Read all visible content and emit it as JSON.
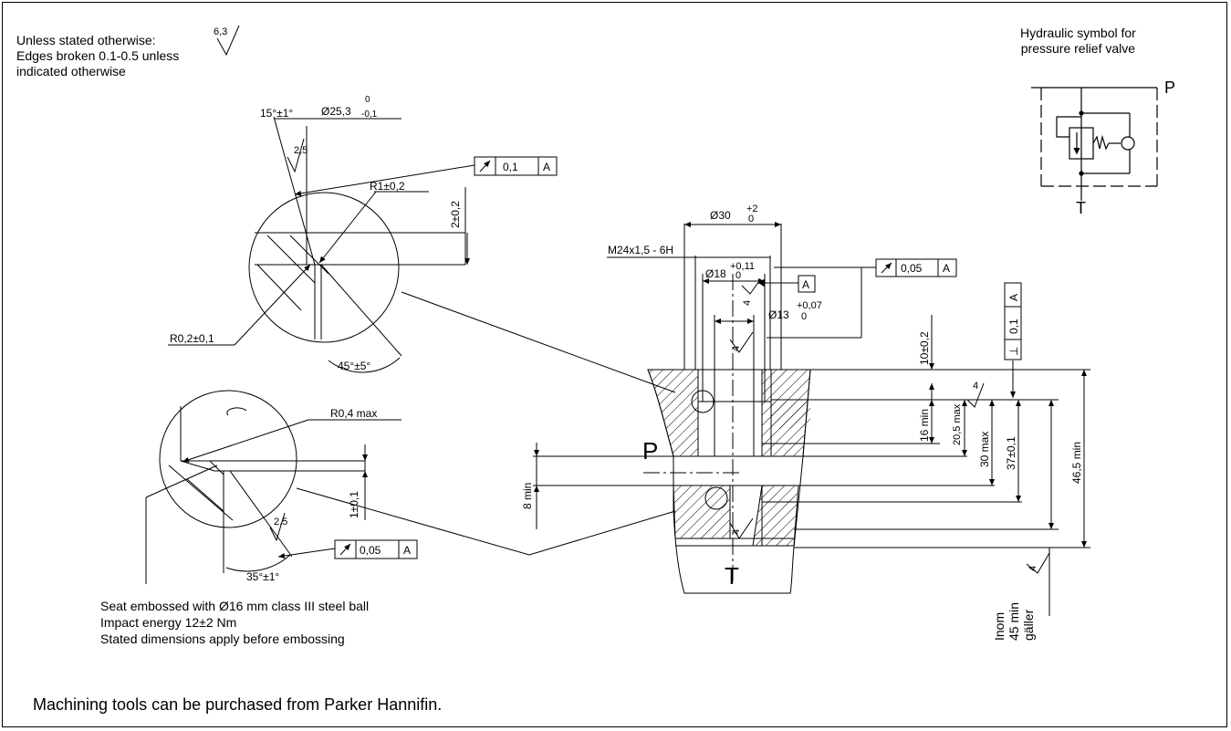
{
  "general_notes": {
    "unless_stated": "Unless stated otherwise:",
    "surface_finish": "6,3",
    "edges_line1": "Edges broken 0.1-0.5 unless",
    "edges_line2": "indicated otherwise"
  },
  "hydraulic_symbol": {
    "title_line1": "Hydraulic symbol for",
    "title_line2": "pressure relief valve",
    "port_p": "P",
    "port_t": "T"
  },
  "detail_upper": {
    "angle_15": "15°±1°",
    "dia_25": "Ø25,3",
    "dia_25_upper": "0",
    "dia_25_lower": "-0,1",
    "finish_25": "2,5",
    "runout_value": "0,1",
    "runout_datum": "A",
    "r1": "R1±0,2",
    "depth_2": "2±0,2",
    "r02": "R0,2±0,1",
    "angle_45": "45°±5°"
  },
  "detail_lower": {
    "r04": "R0,4 max",
    "depth_1": "1±0,1",
    "finish_25": "2,5",
    "runout_value": "0,05",
    "runout_datum": "A",
    "angle_35": "35°±1°",
    "seat_line1": "Seat embossed with Ø16 mm class III steel ball",
    "seat_line2": "Impact energy 12±2 Nm",
    "seat_line3": "Stated dimensions apply before embossing"
  },
  "main_section": {
    "dia_30": "Ø30",
    "dia_30_tol": "+2",
    "dia_30_tol2": "0",
    "thread": "M24x1,5 - 6H",
    "dia_18": "Ø18",
    "dia_18_tol": "+0,11",
    "dia_18_tol2": "0",
    "datum_a": "A",
    "dia_13": "Ø13",
    "dia_13_tol": "+0,07",
    "dia_13_tol2": "0",
    "finish_4a": "4",
    "finish_4b": "4",
    "finish_4c": "4",
    "finish_4d": "4",
    "runout_value": "0,05",
    "runout_datum": "A",
    "perp_value": "0,1",
    "perp_datum": "A",
    "perp_symbol": "⊥",
    "dim_10": "10±0,2",
    "dim_16": "16 min",
    "dim_205": "20,5 max",
    "dim_30": "30 max",
    "dim_37": "37±0,1",
    "dim_465": "46,5 min",
    "dim_8": "8 min",
    "port_p": "P",
    "port_t": "T",
    "finish_4e": "4",
    "inom_1": "Inom",
    "inom_2": "45 min",
    "inom_3": "gäller"
  },
  "footer": {
    "text": "Machining tools can be purchased from Parker Hannifin."
  }
}
